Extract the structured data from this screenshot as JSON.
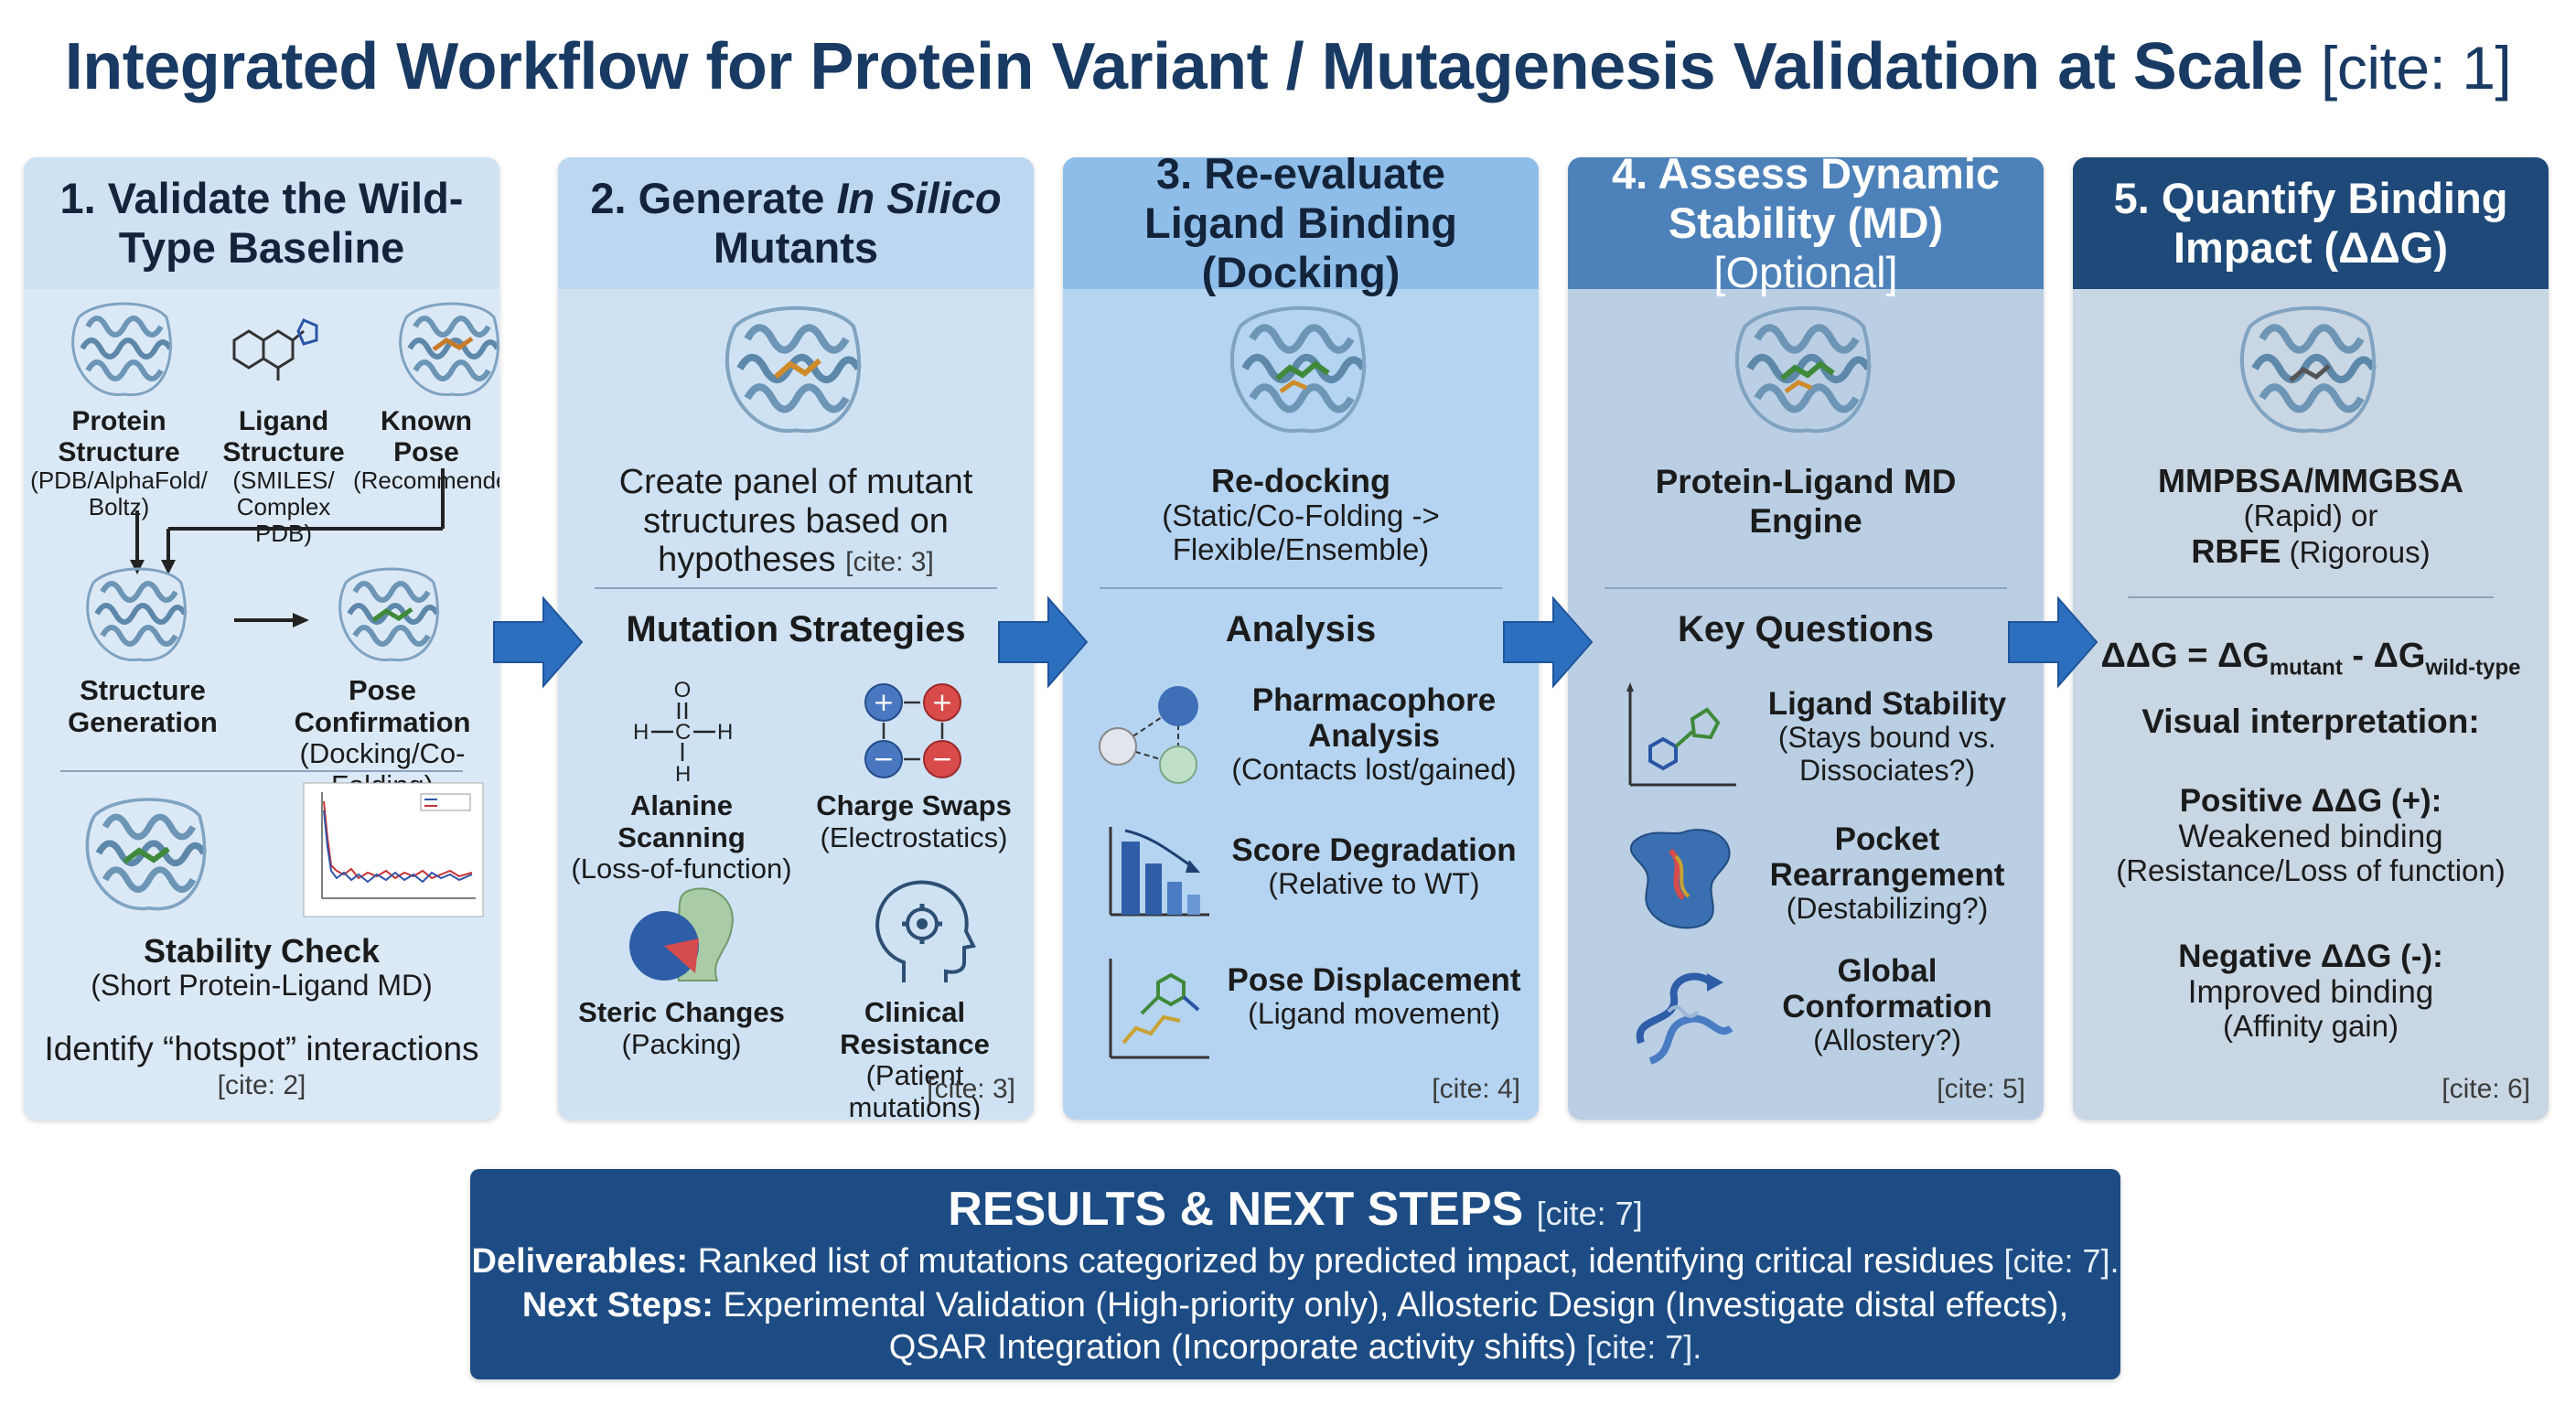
{
  "title": {
    "text": "Integrated Workflow for Protein Variant / Mutagenesis Validation at Scale",
    "cite": "[cite: 1]"
  },
  "colors": {
    "title": "#183a63",
    "arrow": "#2c6fbf",
    "results_bg": "#1d4c84",
    "panel_5_head": "#1e4978"
  },
  "panels": [
    {
      "title": "1. Validate the Wild-Type Baseline",
      "inputs": [
        {
          "name": "Protein Structure",
          "detail": "(PDB/AlphaFold/ Boltz)",
          "icon": "protein-icon"
        },
        {
          "name": "Ligand Structure",
          "detail": "(SMILES/ Complex PDB)",
          "icon": "molecule-icon"
        },
        {
          "name": "Known Pose",
          "detail": "(Recommended)",
          "icon": "protein-ligand-icon"
        }
      ],
      "structure_generation": "Structure Generation",
      "pose_confirmation": {
        "name": "Pose Confirmation",
        "detail": "(Docking/Co-Folding)"
      },
      "stability_check": {
        "name": "Stability Check",
        "detail": "(Short Protein-Ligand MD)"
      },
      "hotspot": "Identify “hotspot” interactions",
      "cite": "[cite: 2]"
    },
    {
      "title_pre": "2. Generate ",
      "title_italic": "In Silico",
      "title_post": " Mutants",
      "description": "Create panel of mutant structures based on hypotheses",
      "description_cite": "[cite: 3]",
      "section": "Mutation Strategies",
      "strategies": [
        {
          "name": "Alanine Scanning",
          "detail": "(Loss-of-function)",
          "icon": "alanine-structure-icon"
        },
        {
          "name": "Charge Swaps",
          "detail": "(Electrostatics)",
          "icon": "charge-swap-icon"
        },
        {
          "name": "Steric Changes",
          "detail": "(Packing)",
          "icon": "steric-icon"
        },
        {
          "name": "Clinical Resistance",
          "detail": "(Patient mutations)",
          "icon": "head-gear-icon"
        }
      ],
      "cite": "[cite: 3]"
    },
    {
      "title": "3. Re-evaluate Ligand Binding (Docking)",
      "method": {
        "name": "Re-docking",
        "detail": "(Static/Co-Folding -> Flexible/Ensemble)"
      },
      "section": "Analysis",
      "items": [
        {
          "name": "Pharmacophore Analysis",
          "detail": "(Contacts lost/gained)",
          "icon": "pharmacophore-icon"
        },
        {
          "name": "Score Degradation",
          "detail": "(Relative to WT)",
          "icon": "bar-decline-icon"
        },
        {
          "name": "Pose Displacement",
          "detail": "(Ligand movement)",
          "icon": "pose-shift-icon"
        }
      ],
      "cite": "[cite: 4]"
    },
    {
      "title": "4. Assess Dynamic Stability (MD)",
      "title_optional": "[Optional]",
      "engine": "Protein-Ligand MD Engine",
      "section": "Key Questions",
      "questions": [
        {
          "name": "Ligand Stability",
          "detail": "(Stays bound vs. Dissociates?)",
          "icon": "ligand-chart-icon"
        },
        {
          "name": "Pocket Rearrangement",
          "detail": "(Destabilizing?)",
          "icon": "pocket-icon"
        },
        {
          "name": "Global Conformation",
          "detail": "(Allostery?)",
          "icon": "conformation-icon"
        }
      ],
      "cite": "[cite: 5]"
    },
    {
      "title": "5. Quantify Binding Impact (ΔΔG)",
      "method_a": "MMPBSA/MMGBSA",
      "method_a_detail": "(Rapid) or",
      "method_b": "RBFE",
      "method_b_detail": "(Rigorous)",
      "equation": {
        "lhs": "ΔΔG = ΔG",
        "sub1": "mutant",
        "mid": " - ΔG",
        "sub2": "wild-type"
      },
      "interpretation": "Visual interpretation:",
      "positive": {
        "name": "Positive ΔΔG (+):",
        "line1": "Weakened binding",
        "line2": "(Resistance/Loss of function)"
      },
      "negative": {
        "name": "Negative ΔΔG (-):",
        "line1": "Improved binding",
        "line2": "(Affinity gain)"
      },
      "cite": "[cite: 6]"
    }
  ],
  "results": {
    "title": "RESULTS & NEXT STEPS",
    "title_cite": "[cite: 7]",
    "deliverables_label": "Deliverables:",
    "deliverables_text": " Ranked list of mutations categorized by predicted impact, identifying critical residues ",
    "deliverables_cite": "[cite: 7].",
    "next_label": "Next Steps:",
    "next_text": " Experimental Validation (High-priority only), Allosteric Design (Investigate distal effects),",
    "next_text2": "QSAR Integration (Incorporate activity shifts) ",
    "next_cite": "[cite: 7]."
  }
}
